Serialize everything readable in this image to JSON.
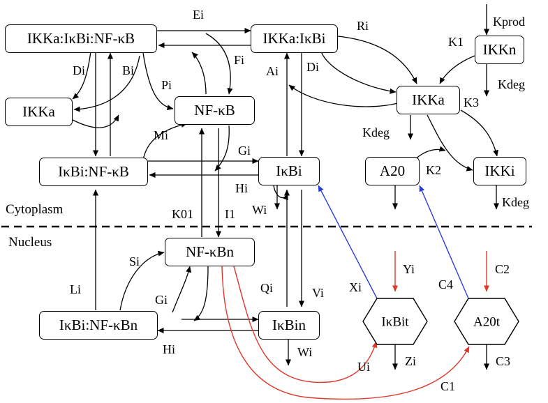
{
  "nodes": {
    "ikka_ikbi_nfkb": "IKKa:IκBi:NF-κB",
    "ikka_ikbi": "IKKa:IκBi",
    "ikkn": "IKKn",
    "ikka_left": "IKKa",
    "nfkb": "NF-κB",
    "ikka_right": "IKKa",
    "ikbi_nfkb": "IκBi:NF-κB",
    "ikbi": "IκBi",
    "a20": "A20",
    "ikki": "IKKi",
    "nfkbn": "NF-κBn",
    "ikbi_nfkbn": "IκBi:NF-κBn",
    "ikbin": "IκBin",
    "ikbit": "IκBit",
    "a20t": "A20t"
  },
  "regions": {
    "cytoplasm": "Cytoplasm",
    "nucleus": "Nucleus"
  },
  "rates": {
    "Ei": "Ei",
    "Ri": "Ri",
    "Kprod": "Kprod",
    "K1": "K1",
    "Fi": "Fi",
    "Ai": "Ai",
    "Di_left": "Di",
    "Bi": "Bi",
    "Di_right": "Di",
    "Kdeg_ikkn": "Kdeg",
    "Pi": "Pi",
    "K3": "K3",
    "Mi": "Mi",
    "Kdeg_ikka": "Kdeg",
    "Gi_top": "Gi",
    "K2": "K2",
    "Hi_top": "Hi",
    "Wi_top": "Wi",
    "Kdeg_ikki": "Kdeg",
    "K01": "K01",
    "I1": "I1",
    "Si": "Si",
    "Yi": "Yi",
    "C2": "C2",
    "Li": "Li",
    "Qi": "Qi",
    "Vi": "Vi",
    "Xi": "Xi",
    "C4": "C4",
    "Gi_bottom": "Gi",
    "Hi_bottom": "Hi",
    "Wi_bottom": "Wi",
    "Ui": "Ui",
    "Zi": "Zi",
    "C3": "C3",
    "C1": "C1"
  },
  "colors": {
    "black_arrows": "#000000",
    "translation_arrows": "#2b3fd6",
    "transcription_arrows": "#e0372c"
  }
}
